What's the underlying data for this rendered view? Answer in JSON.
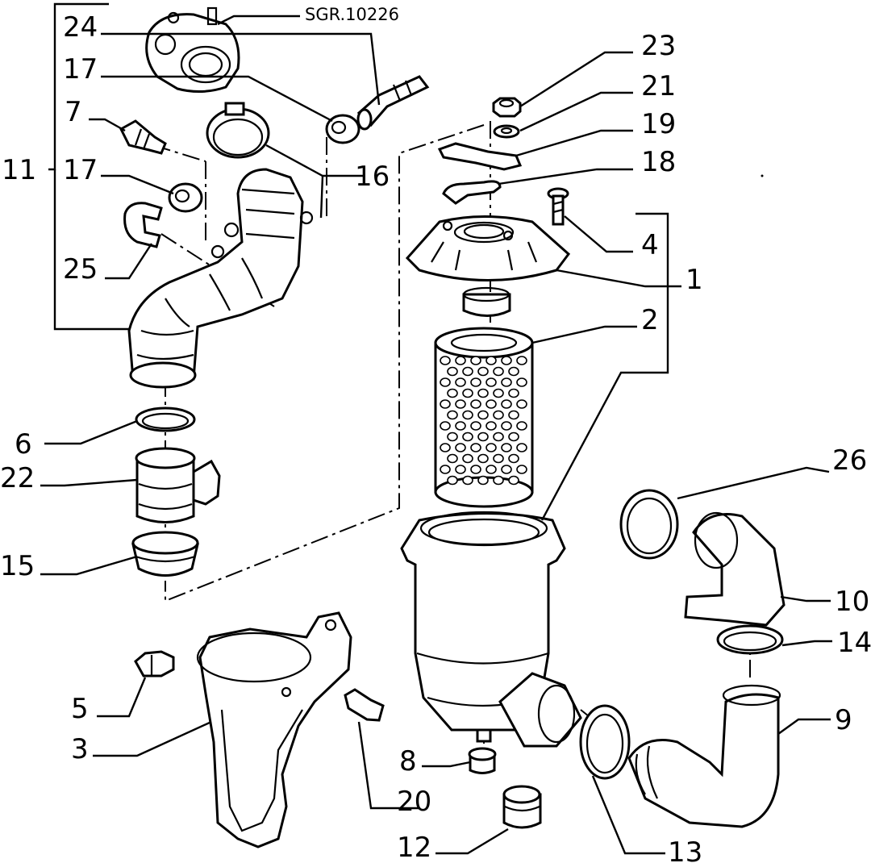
{
  "drawing_code": "SGR.10226",
  "labels": {
    "p1": "1",
    "p2": "2",
    "p3": "3",
    "p4": "4",
    "p5": "5",
    "p6": "6",
    "p7": "7",
    "p8": "8",
    "p9": "9",
    "p10": "10",
    "p11": "11",
    "p12": "12",
    "p13": "13",
    "p14": "14",
    "p15": "15",
    "p16": "16",
    "p17a": "17",
    "p17b": "17",
    "p18": "18",
    "p19": "19",
    "p20": "20",
    "p21": "21",
    "p22": "22",
    "p23": "23",
    "p24": "24",
    "p25": "25",
    "p26": "26"
  }
}
